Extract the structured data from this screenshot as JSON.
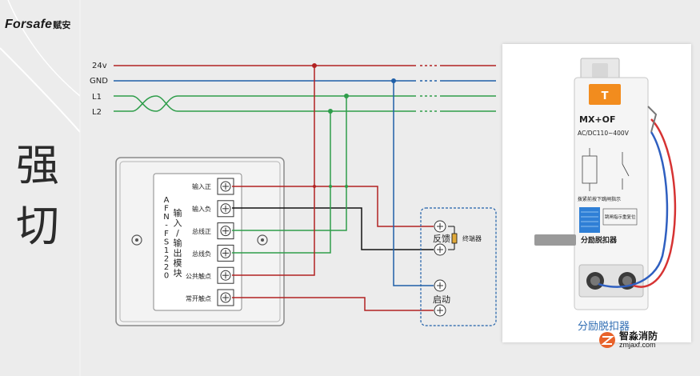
{
  "brand": {
    "name": "Forsafe",
    "name_cn": "赋安"
  },
  "title_chars": [
    "强",
    "切"
  ],
  "bus_labels": [
    "24v",
    "GND",
    "L1",
    "L2"
  ],
  "colors": {
    "v24": "#b22222",
    "gnd": "#1f5fa8",
    "l1": "#2e9d4a",
    "l2": "#2e9d4a",
    "black": "#111111"
  },
  "module": {
    "model_vertical": "AFN-FS1220",
    "name_vertical": "输入/输出模块",
    "terminals": [
      "输入正",
      "输入负",
      "总线正",
      "总线负",
      "公共触点",
      "常开触点"
    ]
  },
  "field_box": {
    "feedback_label": "反馈",
    "terminator_label": "终端器",
    "start_label": "启动"
  },
  "device_photo": {
    "front_label": "MX+OF",
    "rating": "AC/DC110~400V",
    "indicator_note": "拨紧前按下跳闸指示",
    "flag_note": "跳闸指示重复位",
    "name_label": "分励脱扣器",
    "tab_letter": "T"
  },
  "caption": "分励脱扣器",
  "watermark": {
    "cn": "智淼消防",
    "url": "zmjaxf.com"
  }
}
